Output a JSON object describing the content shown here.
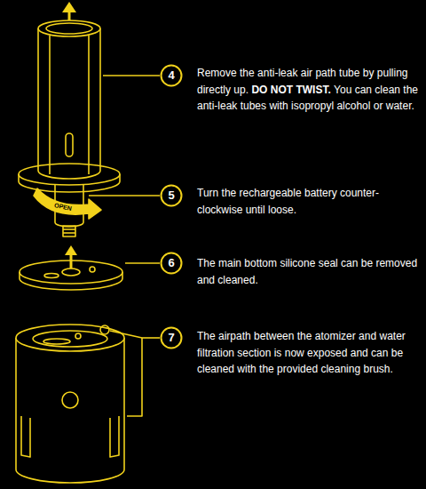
{
  "diagram": {
    "nodes": [
      {
        "text": [
          "4"
        ]
      },
      {
        "text": [
          "5"
        ]
      },
      {
        "text": [
          "6"
        ]
      },
      {
        "text": [
          "7"
        ]
      }
    ],
    "labels": [
      "OPEN",
      "Remove the anti-leak air path tube by pulling directly up.",
      "DO NOT TWIST.",
      "You can clean the anti-leak tubes with isopropyl alcohol or water.",
      "Turn the rechargeable battery counter- clockwise until loose.",
      "The main bottom silicone seal can be removed and cleaned.",
      "The airpath between the atomizer and water filtration section is now exposed and can be cleaned with the provided cleaning brush."
    ]
  }
}
